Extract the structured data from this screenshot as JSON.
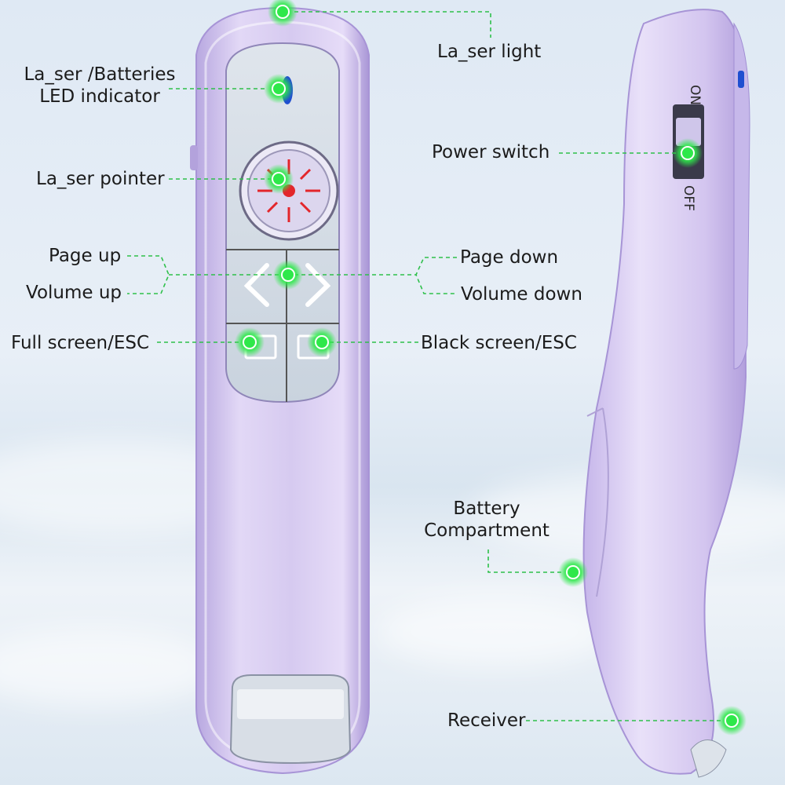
{
  "labels": {
    "laser_light": "La_ser light",
    "laser_batteries_led_line1": "La_ser /Batteries",
    "laser_batteries_led_line2": "LED indicator",
    "laser_pointer": "La_ser pointer",
    "page_up": "Page up",
    "volume_up": "Volume up",
    "full_screen_esc": "Full screen/ESC",
    "page_down": "Page down",
    "volume_down": "Volume down",
    "black_screen_esc": "Black screen/ESC",
    "power_switch": "Power switch",
    "battery_compartment_line1": "Battery",
    "battery_compartment_line2": "Compartment",
    "receiver": "Receiver"
  },
  "switch": {
    "on": "ON",
    "off": "OFF"
  },
  "colors": {
    "body": "#d9cdf0",
    "body_shadow": "#b9a9e0",
    "panel": "#d4dde6",
    "marker": "#2ee84a",
    "leader": "#2ec04a",
    "laser_red": "#e3262b",
    "led_blue": "#1f4fd0"
  }
}
